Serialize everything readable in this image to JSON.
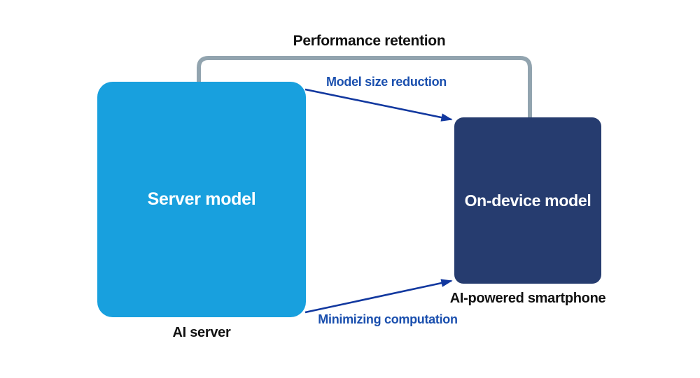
{
  "diagram": {
    "title": "Performance retention",
    "server": {
      "label": "Server model",
      "caption": "AI server",
      "fill": "#18a0de",
      "text_color": "#ffffff"
    },
    "device": {
      "label": "On-device model",
      "caption": "AI-powered smartphone",
      "fill": "#263c6f",
      "text_color": "#ffffff"
    },
    "arrows": {
      "top": {
        "label": "Model size reduction"
      },
      "bottom": {
        "label": "Minimizing computation"
      }
    },
    "colors": {
      "arrow": "#12389f",
      "arrow_label": "#1a4fae",
      "bracket": "#92a4af",
      "heading_text": "#111111",
      "background": "#ffffff"
    }
  }
}
